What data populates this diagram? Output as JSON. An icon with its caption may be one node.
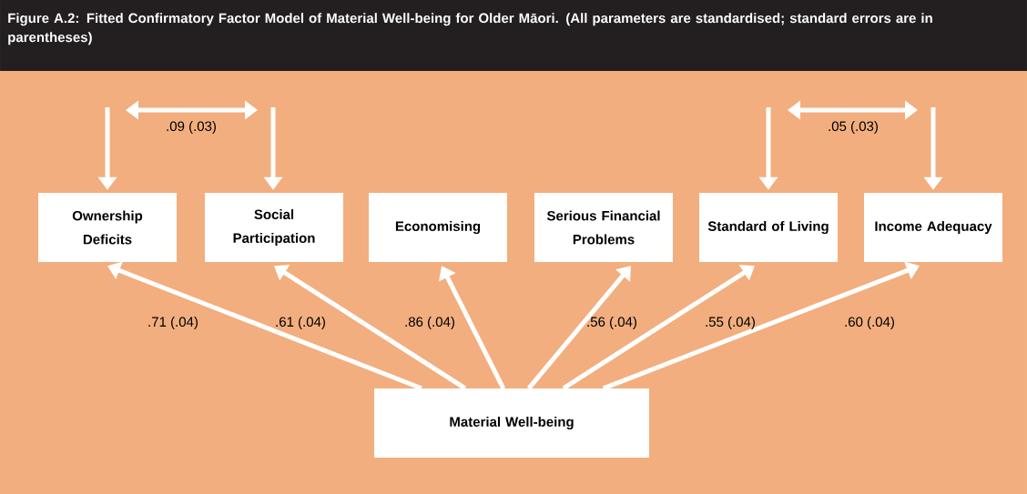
{
  "diagram": {
    "title": "Figure A.2:  Fitted Confirmatory Factor Model of Material Well-being for Older Māori. (All parameters are standardised; standard errors are in parentheses)",
    "nodes": [
      {
        "text": [
          "Ownership Deficits"
        ]
      },
      {
        "text": [
          "Social Participation"
        ]
      },
      {
        "text": [
          "Economising"
        ]
      },
      {
        "text": [
          "Serious Financial Problems"
        ]
      },
      {
        "text": [
          "Standard of Living"
        ]
      },
      {
        "text": [
          "Income Adequacy"
        ]
      },
      {
        "text": [
          "Material Well-being"
        ]
      }
    ],
    "edges": [
      {
        "from": 6,
        "to": 0,
        "arrow": "to",
        "label": ".71 (.04)"
      },
      {
        "from": 6,
        "to": 1,
        "arrow": "to",
        "label": ".61 (.04)"
      },
      {
        "from": 6,
        "to": 2,
        "arrow": "to",
        "label": ".86 (.04)"
      },
      {
        "from": 6,
        "to": 3,
        "arrow": "to",
        "label": ".56 (.04)"
      },
      {
        "from": 6,
        "to": 4,
        "arrow": "to",
        "label": ".55 (.04)"
      },
      {
        "from": 6,
        "to": 5,
        "arrow": "to",
        "label": ".60 (.04)"
      },
      {
        "from": null,
        "to": 0,
        "arrow": "to"
      },
      {
        "from": null,
        "to": 1,
        "arrow": "to"
      },
      {
        "from": null,
        "to": 4,
        "arrow": "to"
      },
      {
        "from": null,
        "to": 5,
        "arrow": "to"
      }
    ],
    "labels": [
      ".09 (.03)",
      ".05 (.03)"
    ]
  }
}
